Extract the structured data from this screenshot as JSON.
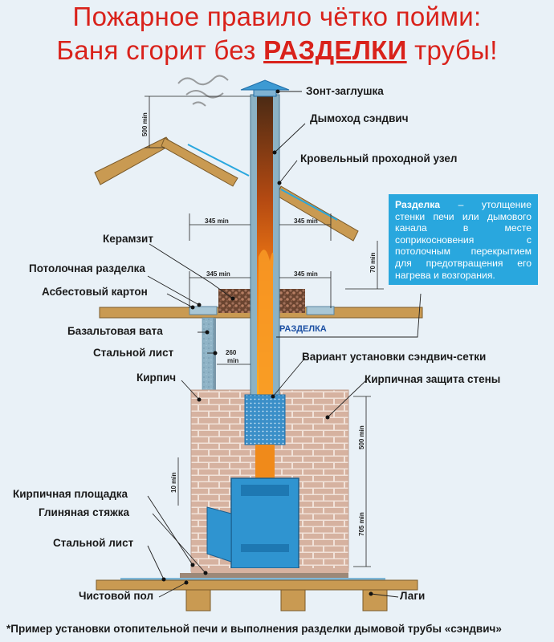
{
  "title": {
    "line1": "Пожарное правило чётко пойми:",
    "line2_pre": "Баня сгорит без ",
    "line2_bold": "РАЗДЕЛКИ",
    "line2_post": " трубы!"
  },
  "labels": {
    "umbrella": "Зонт-заглушка",
    "chimney": "Дымоход сэндвич",
    "roof_unit": "Кровельный проходной узел",
    "keramzit": "Керамзит",
    "ceiling_cut": "Потолочная разделка",
    "asbestos": "Асбестовый картон",
    "basalt": "Базальтовая вата",
    "steel_sheet_top": "Стальной лист",
    "sandwich_mesh": "Вариант установки сэндвич-сетки",
    "brick": "Кирпич",
    "brick_wall": "Кирпичная защита стены",
    "brick_pad": "Кирпичная площадка",
    "clay": "Глиняная стяжка",
    "steel_sheet_bottom": "Стальной лист",
    "floor": "Чистовой пол",
    "logs": "Лаги",
    "razdelka_tag": "РАЗДЕЛКА"
  },
  "info": {
    "term": "Разделка",
    "text": " – утолщение стенки печи или дымового канала в месте соприкосновения с потолочным перекрытием для предотвращения его нагрева и возгорания."
  },
  "dimensions": {
    "d500_top": "500 min",
    "d345_roof_left": "345 min",
    "d345_roof_right": "345 min",
    "d70": "70 min",
    "d345_ceil_left": "345 min",
    "d345_ceil_right": "345 min",
    "d260": "260",
    "d260_unit": "min",
    "d10": "10 min",
    "d500_wall": "500 min",
    "d705": "705 min"
  },
  "footnote": "*Пример установки отопительной печи и выполнения разделки дымовой трубы «сэндвич»",
  "colors": {
    "title": "#d9221b",
    "accent_blue": "#29a7de",
    "stove": "#2f94d0",
    "wood": "#c99a52",
    "brick": "#d8b6a4",
    "chimney_core": "#5a3b22",
    "flame": "#f08a1a"
  }
}
